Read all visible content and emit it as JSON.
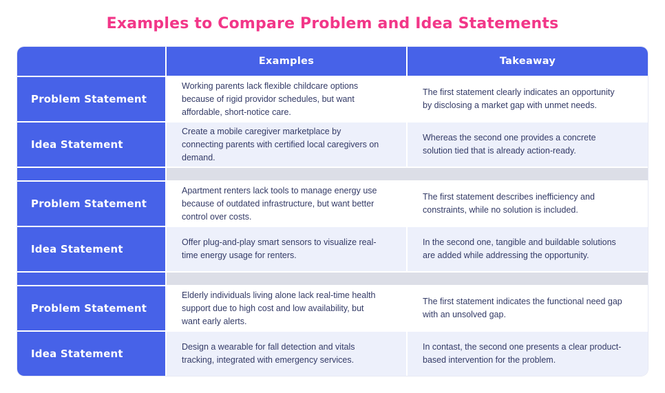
{
  "title": "Examples to Compare Problem and Idea Statements",
  "colors": {
    "title_pink": "#f23688",
    "cell_blue": "#4762e8",
    "row_lavender": "#edf0fb",
    "row_white": "#ffffff",
    "spacer_gray": "#dcdee7",
    "body_text": "#333a66",
    "header_text": "#ffffff"
  },
  "table": {
    "headers": {
      "labels_col": "",
      "examples": "Examples",
      "takeaway": "Takeaway"
    },
    "rows": [
      {
        "label": "Problem Statement",
        "example": "Working parents lack flexible childcare options because of rigid providor schedules, but want affordable, short-notice care.",
        "takeaway": "The first statement clearly indicates an opportunity by disclosing a market gap with unmet needs."
      },
      {
        "label": "Idea Statement",
        "example": "Create a mobile caregiver marketplace by connecting parents with certified local caregivers on demand.",
        "takeaway": "Whereas the second one provides a concrete solution tied that is already action-ready."
      },
      {
        "label": "Problem Statement",
        "example": "Apartment renters lack tools to manage energy use because of outdated infrastructure, but want better control over costs.",
        "takeaway": "The first statement describes inefficiency and constraints, while no solution is included."
      },
      {
        "label": "Idea Statement",
        "example": "Offer plug-and-play smart sensors to visualize real-time energy usage for renters.",
        "takeaway": "In the second one, tangible and buildable solutions are added while addressing the opportunity."
      },
      {
        "label": "Problem Statement",
        "example": "Elderly individuals living alone lack real-time health support due to high cost and low availability, but want early alerts.",
        "takeaway": "The first statement indicates the functional need gap with an unsolved gap."
      },
      {
        "label": "Idea Statement",
        "example": "Design a wearable for fall detection and vitals tracking, integrated with emergency services.",
        "takeaway": "In contast, the second one presents a clear product-based intervention for the problem."
      }
    ]
  }
}
